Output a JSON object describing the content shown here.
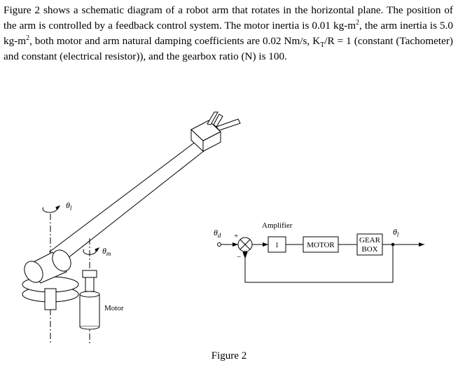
{
  "problem": {
    "text_1": "Figure 2 shows a schematic diagram of a robot arm that rotates in the horizontal plane.  The position of the arm is controlled by a feedback control system.  The motor inertia is 0.01 kg-m",
    "sup_1": "2",
    "text_2": ", the arm inertia is 5.0 kg-m",
    "sup_2": "2",
    "text_3": ", both motor and arm natural damping coefficients are 0.02 Nm/s, K",
    "sub_1": "T",
    "text_4": "/R = 1 (constant (Tachometer) and constant (electrical resistor)), and the gearbox ratio (N) is 100."
  },
  "figure": {
    "theta_l_left": "θ",
    "theta_l_left_sub": "l",
    "theta_m": "θ",
    "theta_m_sub": "m",
    "motor_label": "Motor",
    "theta_d": "θ",
    "theta_d_sub": "d",
    "plus_sign": "+",
    "minus_sign": "−",
    "amplifier_label": "Amplifier",
    "gain_value": "1",
    "motor_block": "MOTOR",
    "gearbox_line1": "GEAR",
    "gearbox_line2": "BOX",
    "theta_l_out": "θ",
    "theta_l_out_sub": "l"
  },
  "caption": "Figure 2"
}
